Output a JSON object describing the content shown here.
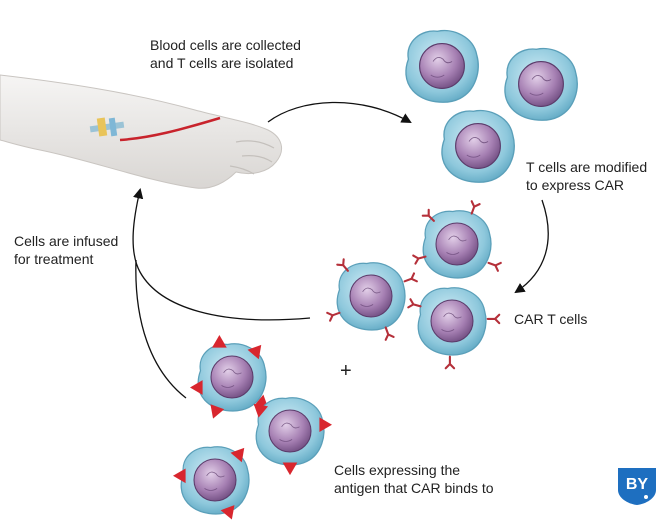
{
  "labels": {
    "collect": [
      "Blood cells are collected",
      "and T cells are isolated"
    ],
    "modified": [
      "T cells are modified",
      "to express CAR"
    ],
    "car_t": "CAR T cells",
    "infused": [
      "Cells are infused",
      "for treatment"
    ],
    "antigen": [
      "Cells expressing the",
      "antigen that CAR binds to"
    ],
    "plus": "+"
  },
  "logo": {
    "text": "BY"
  },
  "colors": {
    "cell_outer": "#9ccfe0",
    "cell_nucleus": "#a985b5",
    "car_receptor": "#b5303a",
    "antigen": "#d8262e",
    "arrow": "#111111",
    "arm_skin": "#eceae8",
    "blood_line": "#c8232c",
    "logo_blue": "#1e6fc0"
  }
}
